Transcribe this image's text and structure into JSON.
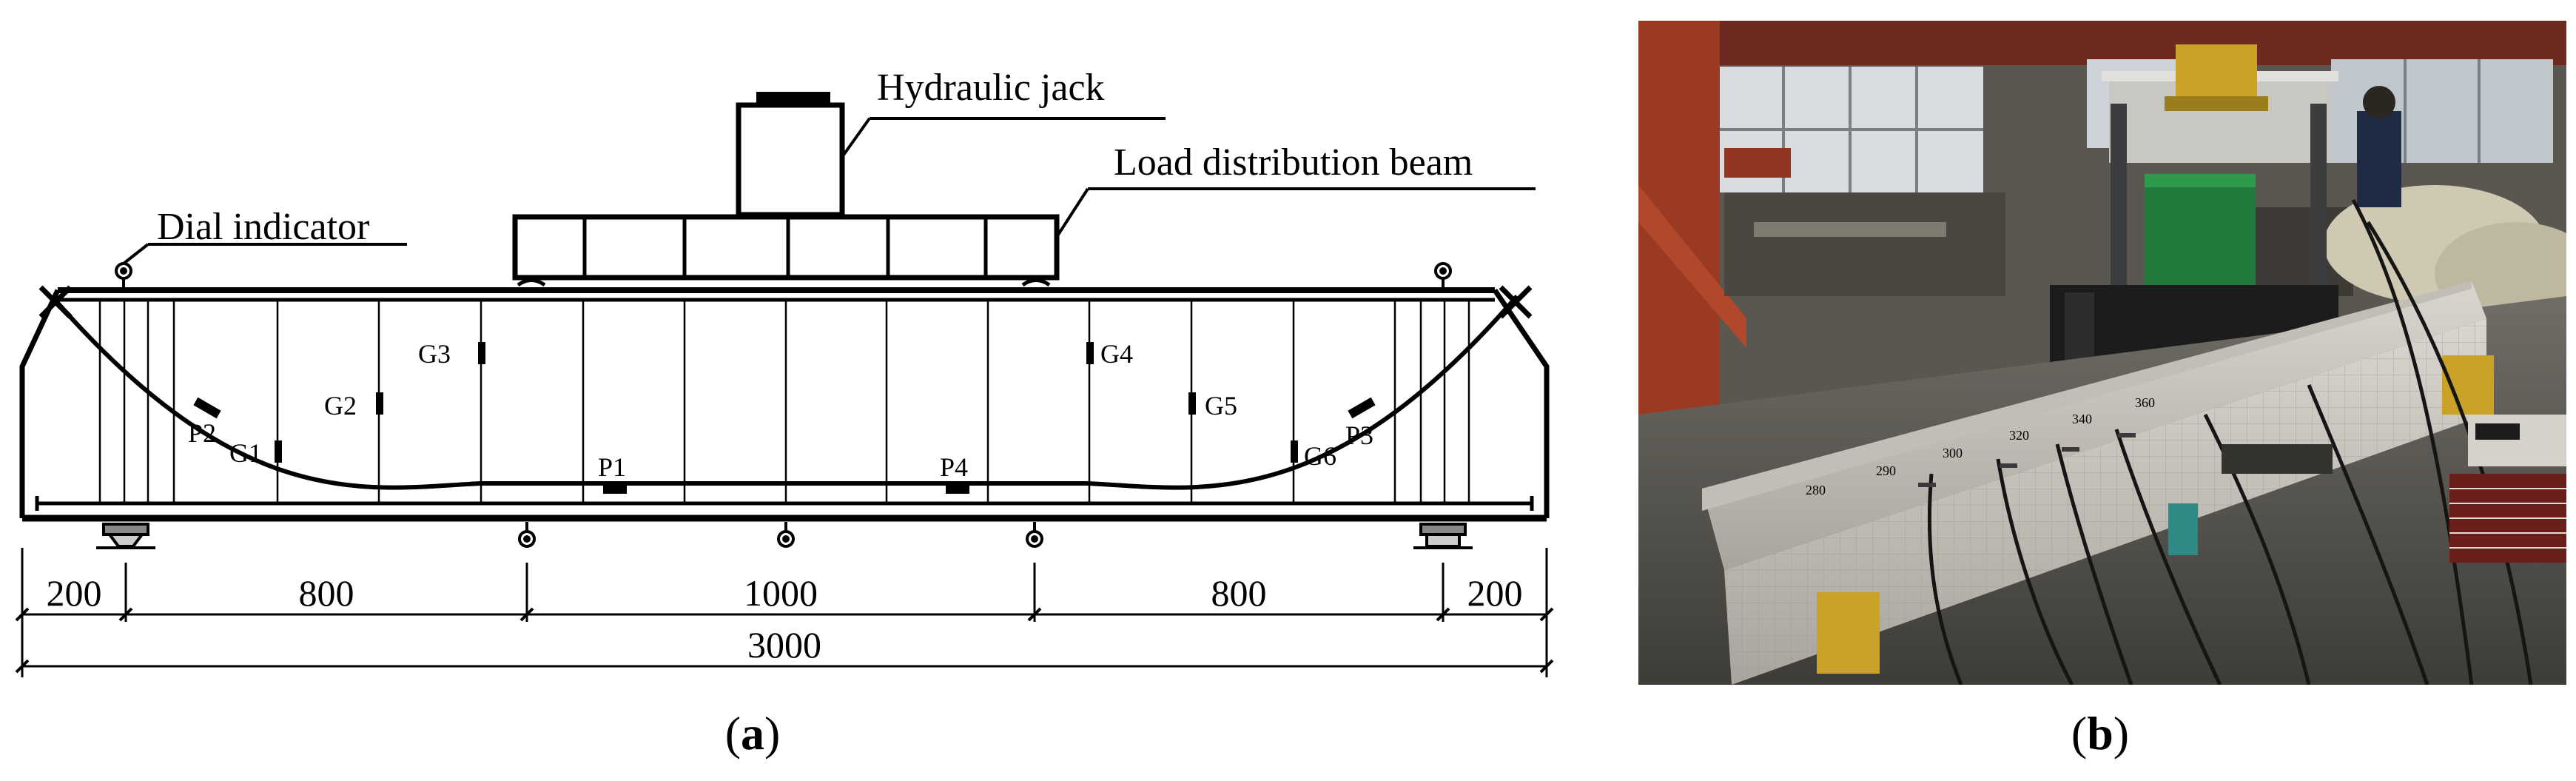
{
  "diagram": {
    "labels": {
      "hydraulic_jack": "Hydraulic jack",
      "load_distribution_beam": "Load distribution beam",
      "dial_indicator": "Dial indicator"
    },
    "gauges": [
      "G1",
      "G2",
      "G3",
      "G4",
      "G5",
      "G6"
    ],
    "prestress_points": [
      "P1",
      "P2",
      "P3",
      "P4"
    ],
    "dimensions": {
      "segments": [
        "200",
        "800",
        "1000",
        "800",
        "200"
      ],
      "total": "3000"
    }
  },
  "photo": {
    "specimen_numbers": [
      "280",
      "290",
      "300",
      "320",
      "340",
      "360"
    ]
  },
  "captions": {
    "a_open": "(",
    "a_letter": "a",
    "a_close": ")",
    "b_open": "(",
    "b_letter": "b",
    "b_close": ")"
  }
}
